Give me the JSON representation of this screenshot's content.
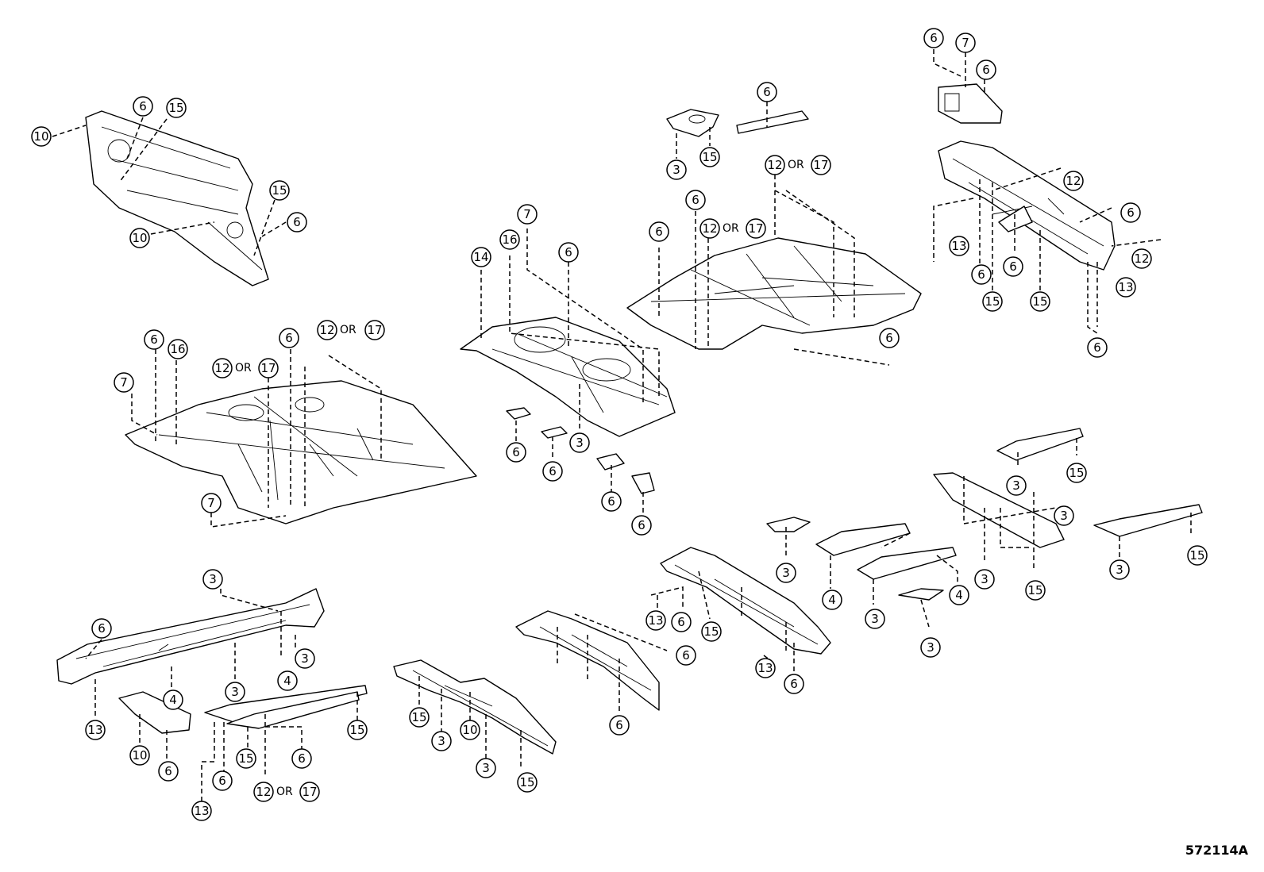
{
  "labels": {
    "c3": "3",
    "c4": "4",
    "c6": "6",
    "c7": "7",
    "c10": "10",
    "c12": "12",
    "c13": "13",
    "c14": "14",
    "c15": "15",
    "c16": "16",
    "c17": "17",
    "or": "OR"
  },
  "reference_code": "572114A"
}
